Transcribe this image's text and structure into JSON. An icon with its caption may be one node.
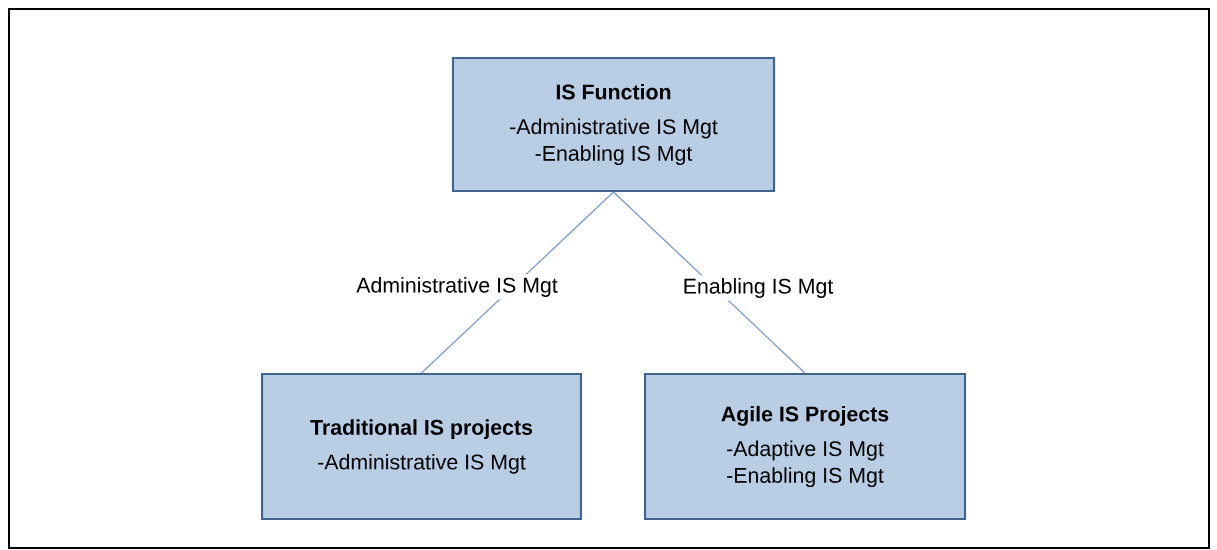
{
  "diagram": {
    "nodes": [
      {
        "text": [
          "IS Function",
          "-Administrative IS Mgt",
          "-Enabling IS Mgt"
        ]
      },
      {
        "text": [
          "Traditional IS projects",
          "-Administrative IS Mgt"
        ]
      },
      {
        "text": [
          "Agile IS Projects",
          "-Adaptive IS Mgt",
          "-Enabling IS Mgt"
        ]
      }
    ],
    "edges": [
      {
        "from": 0,
        "to": 1,
        "arrow": "none",
        "label": "Administrative IS Mgt"
      },
      {
        "from": 0,
        "to": 2,
        "arrow": "none",
        "label": "Enabling IS Mgt"
      }
    ]
  }
}
